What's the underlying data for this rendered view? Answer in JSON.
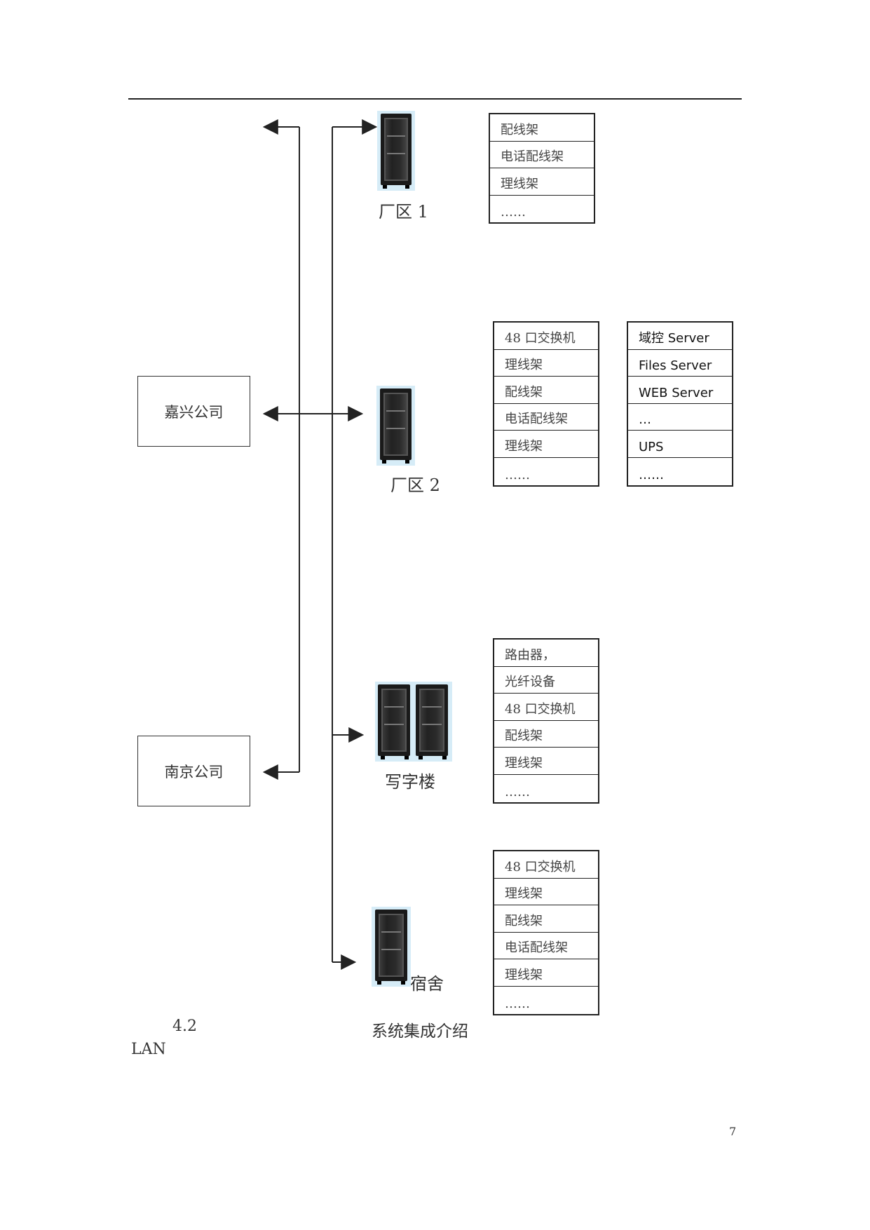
{
  "companies": {
    "jiaxing": "嘉兴公司",
    "nanjing": "南京公司"
  },
  "sites": {
    "site1": {
      "label": "厂区 1",
      "equipment": [
        "配线架",
        "电话配线架",
        "理线架",
        "……"
      ]
    },
    "site2": {
      "label": "厂区 2",
      "equipment": [
        "48 口交换机",
        "理线架",
        "配线架",
        "电话配线架",
        "理线架",
        "……"
      ],
      "servers": [
        "域控 Server",
        "Files Server",
        "WEB Server",
        "…",
        "UPS",
        "……"
      ]
    },
    "office": {
      "label": "写字楼",
      "equipment": [
        "路由器，",
        "光纤设备",
        "48 口交换机",
        "配线架",
        "理线架",
        "……"
      ]
    },
    "dorm": {
      "label": "宿舍",
      "equipment": [
        "48 口交换机",
        "理线架",
        "配线架",
        "电话配线架",
        "理线架",
        "……"
      ]
    }
  },
  "footer": {
    "section_number": "4.2",
    "section_title": "系统集成介绍",
    "lan": "LAN",
    "page_number": "7"
  },
  "colors": {
    "line": "#222222",
    "cabinet_bg": "#d6ecf7"
  }
}
